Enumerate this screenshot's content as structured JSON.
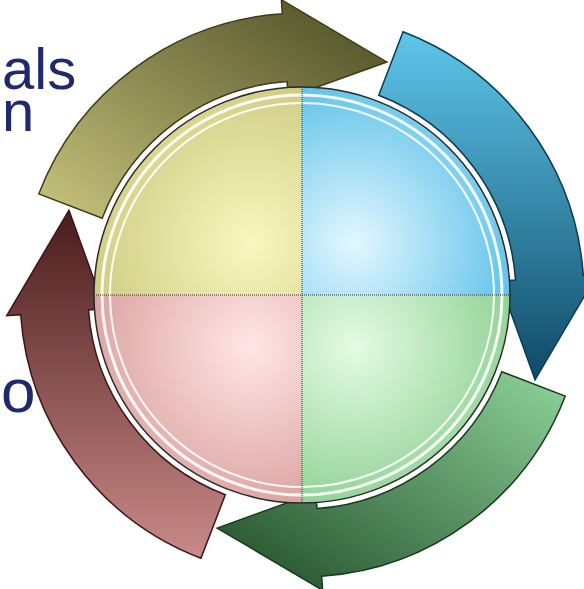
{
  "diagram": {
    "labels": [
      "als",
      "n",
      "o"
    ]
  }
}
